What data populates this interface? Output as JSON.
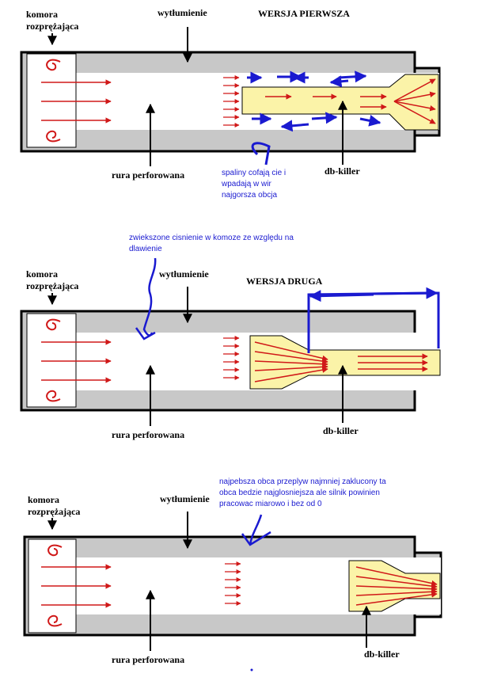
{
  "colors": {
    "wall": "#c8c8c8",
    "outline": "#000000",
    "flow": "#d01818",
    "blue": "#1a1ad0",
    "dbkiller": "#fbf3a8"
  },
  "icon_names": [
    "swirl-icon",
    "flow-arrow-icon",
    "pointer-arrow-icon"
  ],
  "diagrams": [
    {
      "title": "WERSJA PIERWSZA",
      "labels": {
        "chamber_line1": "komora",
        "chamber_line2": "rozprężająca",
        "damping": "wytłumienie",
        "perforated": "rura perforowana",
        "dbkiller": "db-killer"
      },
      "note_lines": [
        "spaliny cofają cie i",
        "wpadają w wir",
        "najgorsza obcja"
      ]
    },
    {
      "title": "WERSJA DRUGA",
      "labels": {
        "chamber_line1": "komora",
        "chamber_line2": "rozprężająca",
        "damping": "wytłumienie",
        "perforated": "rura perforowana",
        "dbkiller": "db-killer"
      },
      "note_lines": [
        "zwiekszone cisnienie w komoze ze względu na",
        "dlawienie"
      ]
    },
    {
      "title": "",
      "labels": {
        "chamber_line1": "komora",
        "chamber_line2": "rozprężająca",
        "damping": "wytłumienie",
        "perforated": "rura perforowana",
        "dbkiller": "db-killer"
      },
      "note_lines": [
        "najpebsza obca przeplyw najmniej zaklucony ta",
        "obca bedzie najglosniejsza ale silnik powinien",
        "pracowac miarowo i bez od 0"
      ]
    }
  ]
}
